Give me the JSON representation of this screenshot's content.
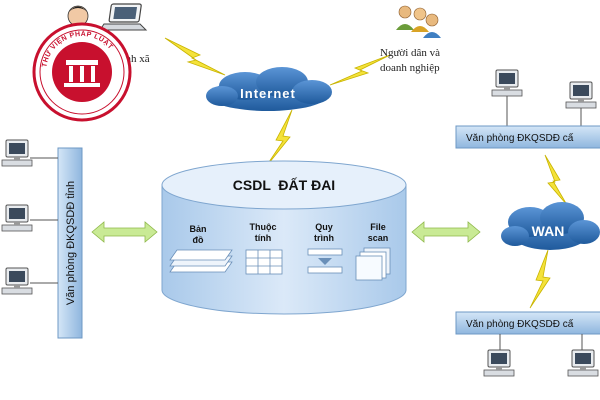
{
  "logo": {
    "ring_text": "THƯ VIỆN PHÁP LUẬT",
    "color": "#c8102e"
  },
  "commune": {
    "label": "chính xã"
  },
  "citizens": {
    "label_line1": "Người dân và",
    "label_line2": "doanh nghiệp"
  },
  "internet": {
    "label": "Internet"
  },
  "database": {
    "title": "CSDL  ĐẤT ĐAI",
    "components": [
      {
        "line1": "Bản",
        "line2": "đồ"
      },
      {
        "line1": "Thuộc",
        "line2": "tính"
      },
      {
        "line1": "Quy",
        "line2": "trình"
      },
      {
        "line1": "File",
        "line2": "scan"
      }
    ]
  },
  "provincial_office": {
    "label": "Văn phòng ĐKQSDĐ tỉnh"
  },
  "wan": {
    "label": "WAN"
  },
  "branch_top": {
    "label": "Văn phòng ĐKQSDĐ cấ"
  },
  "branch_bottom": {
    "label": "Văn phòng ĐKQSDĐ cấ"
  },
  "colors": {
    "cloud": "#2f6fb3",
    "bar": "#9fc3e6",
    "cylinder_top": "#e4effa",
    "cylinder_body": "#bcd6f0",
    "lightning": "#f4e23a",
    "arrow": "#b8e07a"
  }
}
